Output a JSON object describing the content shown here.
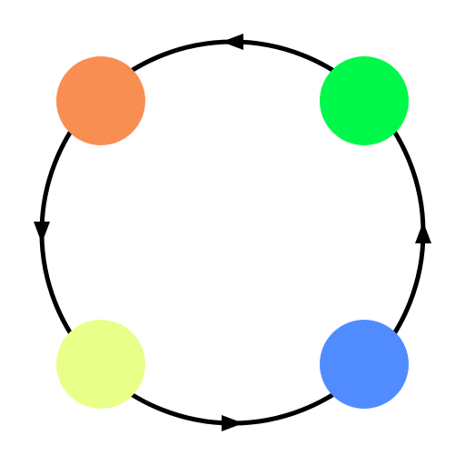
{
  "diagram": {
    "background": "#ffffff",
    "ring_color": "#000000",
    "flow_direction": "counterclockwise",
    "nodes": [
      {
        "id": "top-left",
        "color": "#F98E52"
      },
      {
        "id": "top-right",
        "color": "#00F84A"
      },
      {
        "id": "bottom-left",
        "color": "#E8FF8A"
      },
      {
        "id": "bottom-right",
        "color": "#508CFF"
      }
    ],
    "arrows": [
      {
        "id": "top",
        "direction": "left"
      },
      {
        "id": "left",
        "direction": "down"
      },
      {
        "id": "bottom",
        "direction": "right"
      },
      {
        "id": "right",
        "direction": "up"
      }
    ]
  }
}
